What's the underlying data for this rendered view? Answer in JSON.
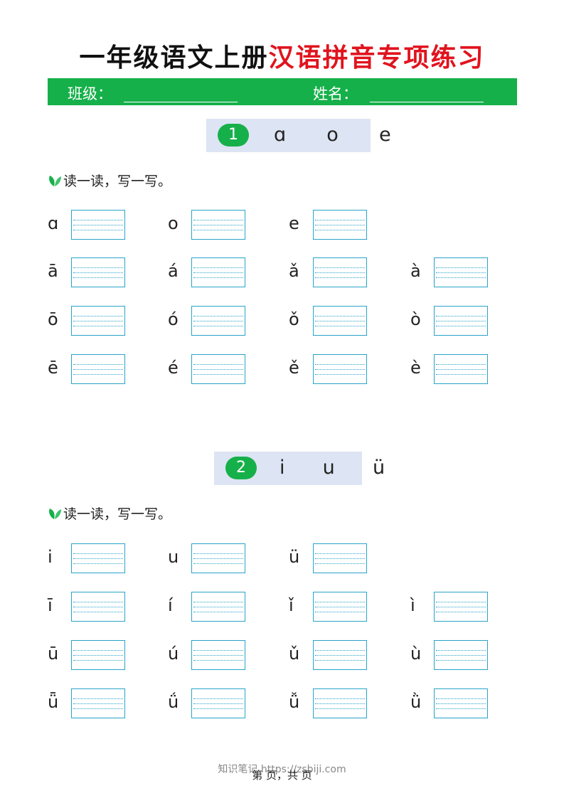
{
  "title": {
    "part1": "一年级语文上册",
    "part2": "汉语拼音专项练习"
  },
  "header": {
    "class_label": "班级：",
    "name_label": "姓名："
  },
  "instruction": "读一读，写一写。",
  "sections": [
    {
      "number": "1",
      "letters": "ɑ  o  e",
      "rows": [
        [
          "ɑ",
          "o",
          "e"
        ],
        [
          "ā",
          "á",
          "ǎ",
          "à"
        ],
        [
          "ō",
          "ó",
          "ǒ",
          "ò"
        ],
        [
          "ē",
          "é",
          "ě",
          "è"
        ]
      ]
    },
    {
      "number": "2",
      "letters": "i  u  ü",
      "rows": [
        [
          "i",
          "u",
          "ü"
        ],
        [
          "ī",
          "í",
          "ǐ",
          "ì"
        ],
        [
          "ū",
          "ú",
          "ǔ",
          "ù"
        ],
        [
          "ǖ",
          "ǘ",
          "ǚ",
          "ǜ"
        ]
      ]
    }
  ],
  "watermark": "知识笔记 https://zsbiji.com",
  "page_footer": "第   页，共   页",
  "colors": {
    "accent_green": "#16b04a",
    "title_red": "#e0141e",
    "box_blue": "#29a3c9",
    "header_bg": "#dde4f3"
  }
}
